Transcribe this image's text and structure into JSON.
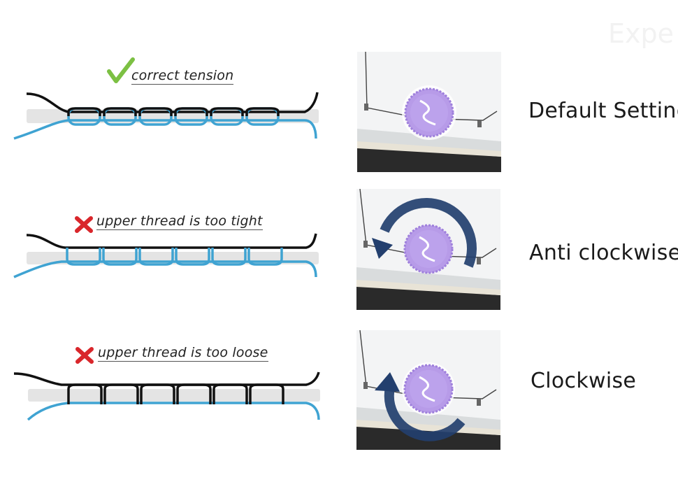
{
  "watermark": "Expe",
  "rows": [
    {
      "caption": "correct tension",
      "status": "correct",
      "status_icon": "checkmark-icon",
      "status_color": "#7cc043",
      "setting_label": "Default Setting",
      "rotation": "none"
    },
    {
      "caption": "upper thread is too tight",
      "status": "incorrect",
      "status_icon": "cross-icon",
      "status_color": "#d9262b",
      "setting_label": "Anti clockwise",
      "rotation": "anti-clockwise"
    },
    {
      "caption": "upper thread is too loose",
      "status": "incorrect",
      "status_icon": "cross-icon",
      "status_color": "#d9262b",
      "setting_label": "Clockwise",
      "rotation": "clockwise"
    }
  ],
  "colors": {
    "upper_thread": "#111111",
    "lower_thread": "#3fa3d2",
    "fabric": "#e4e4e4",
    "knob": "#b79be8",
    "arrow": "#233f6e"
  }
}
